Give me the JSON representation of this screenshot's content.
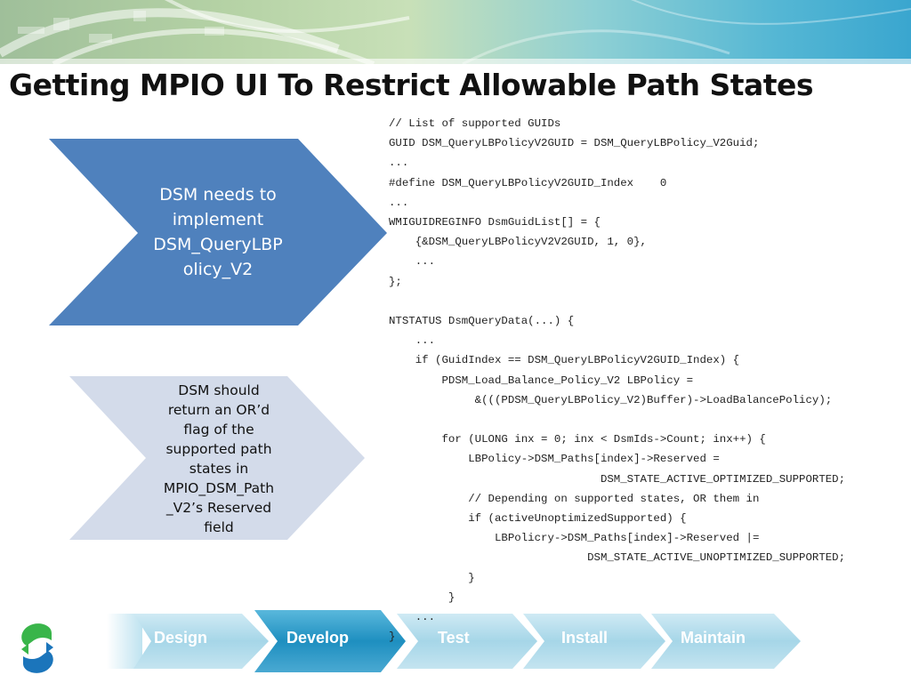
{
  "slide": {
    "title": "Getting MPIO UI To Restrict Allowable Path States"
  },
  "chevrons": [
    {
      "text": "DSM needs to implement DSM_QueryLBPolicy_V2",
      "line1": "DSM needs to",
      "line2": "implement",
      "line3": "DSM_QueryLBP",
      "line4": "olicy_V2",
      "color": "#4f81bd"
    },
    {
      "text": "DSM should return an OR’d flag of the supported path states in MPIO_DSM_Path_V2’s Reserved field",
      "lines": [
        "DSM should",
        "return an OR’d",
        "flag of the",
        "supported path",
        "states in",
        "MPIO_DSM_Path",
        "_V2’s Reserved",
        "field"
      ],
      "color": "#d3dbea"
    }
  ],
  "code": {
    "lines": [
      "// List of supported GUIDs",
      "GUID DSM_QueryLBPolicyV2GUID = DSM_QueryLBPolicy_V2Guid;",
      "...",
      "#define DSM_QueryLBPolicyV2GUID_Index    0",
      "...",
      "WMIGUIDREGINFO DsmGuidList[] = {",
      "    {&DSM_QueryLBPolicyV2V2GUID, 1, 0},",
      "    ...",
      "};",
      "",
      "NTSTATUS DsmQueryData(...) {",
      "    ...",
      "    if (GuidIndex == DSM_QueryLBPolicyV2GUID_Index) {",
      "        PDSM_Load_Balance_Policy_V2 LBPolicy =",
      "             &(((PDSM_QueryLBPolicy_V2)Buffer)->LoadBalancePolicy);",
      "",
      "        for (ULONG inx = 0; inx < DsmIds->Count; inx++) {",
      "            LBPolicy->DSM_Paths[index]->Reserved =",
      "                                DSM_STATE_ACTIVE_OPTIMIZED_SUPPORTED;",
      "            // Depending on supported states, OR them in",
      "            if (activeUnoptimizedSupported) {",
      "                LBPolicry->DSM_Paths[index]->Reserved |=",
      "                              DSM_STATE_ACTIVE_UNOPTIMIZED_SUPPORTED;",
      "            }",
      "         }",
      "    ...",
      "}"
    ]
  },
  "process": {
    "steps": [
      "Design",
      "Develop",
      "Test",
      "Install",
      "Maintain"
    ],
    "active_index": 1,
    "active_color": "#1e8fc0"
  },
  "logo": {
    "icon": "windows-driver-logo-icon"
  }
}
